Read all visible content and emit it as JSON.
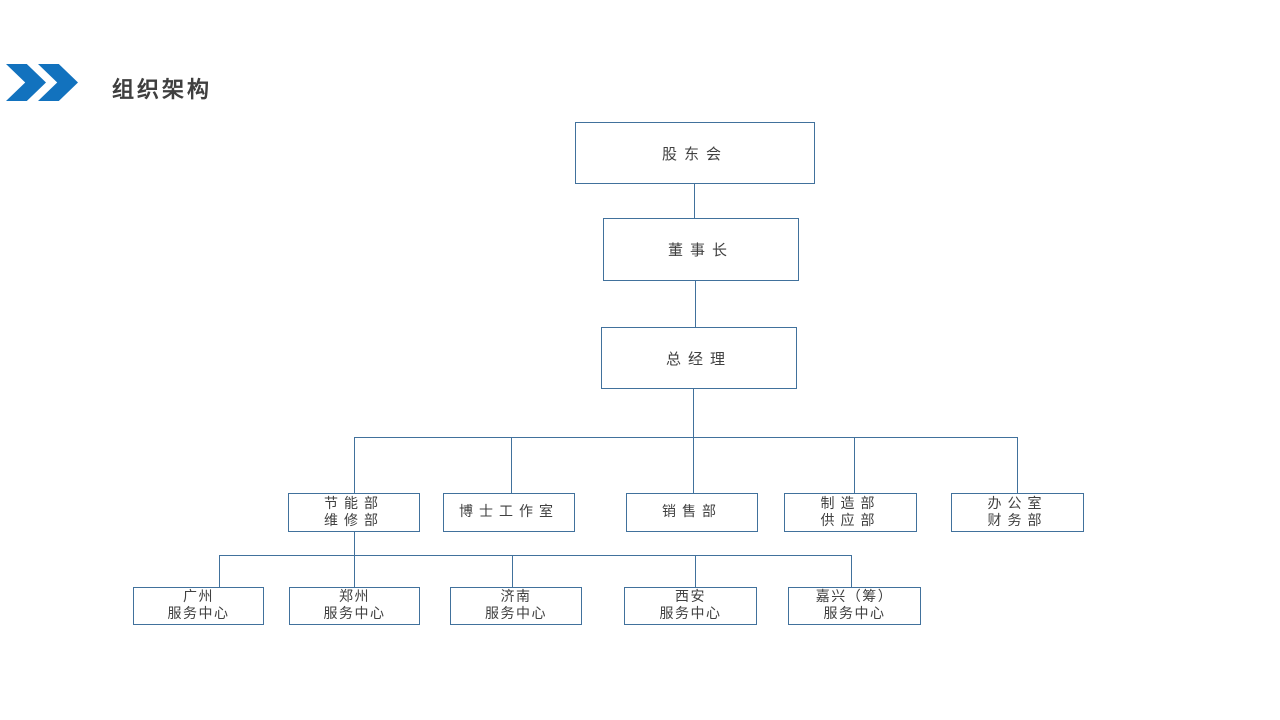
{
  "slide": {
    "title": "组织架构",
    "colors": {
      "accent": "#1272BE",
      "box_border": "#41719C",
      "text": "#404040",
      "background": "#FFFFFF"
    }
  },
  "org_chart": {
    "nodes": {
      "shareholders": {
        "label": "股东会"
      },
      "chairman": {
        "label": "董事长"
      },
      "general_manager": {
        "label": "总经理"
      }
    },
    "departments": [
      {
        "id": "energy-maintenance",
        "label": "节能部\n维修部"
      },
      {
        "id": "doctor-studio",
        "label": "博士工作室"
      },
      {
        "id": "sales",
        "label": "销售部"
      },
      {
        "id": "manufacturing-supply",
        "label": "制造部\n供应部"
      },
      {
        "id": "office-finance",
        "label": "办公室\n财务部"
      }
    ],
    "service_centers": [
      {
        "id": "guangzhou",
        "label": "广州\n服务中心"
      },
      {
        "id": "zhengzhou",
        "label": "郑州\n服务中心"
      },
      {
        "id": "jinan",
        "label": "济南\n服务中心"
      },
      {
        "id": "xian",
        "label": "西安\n服务中心"
      },
      {
        "id": "jiaxing",
        "label": "嘉兴（筹）\n服务中心"
      }
    ]
  }
}
